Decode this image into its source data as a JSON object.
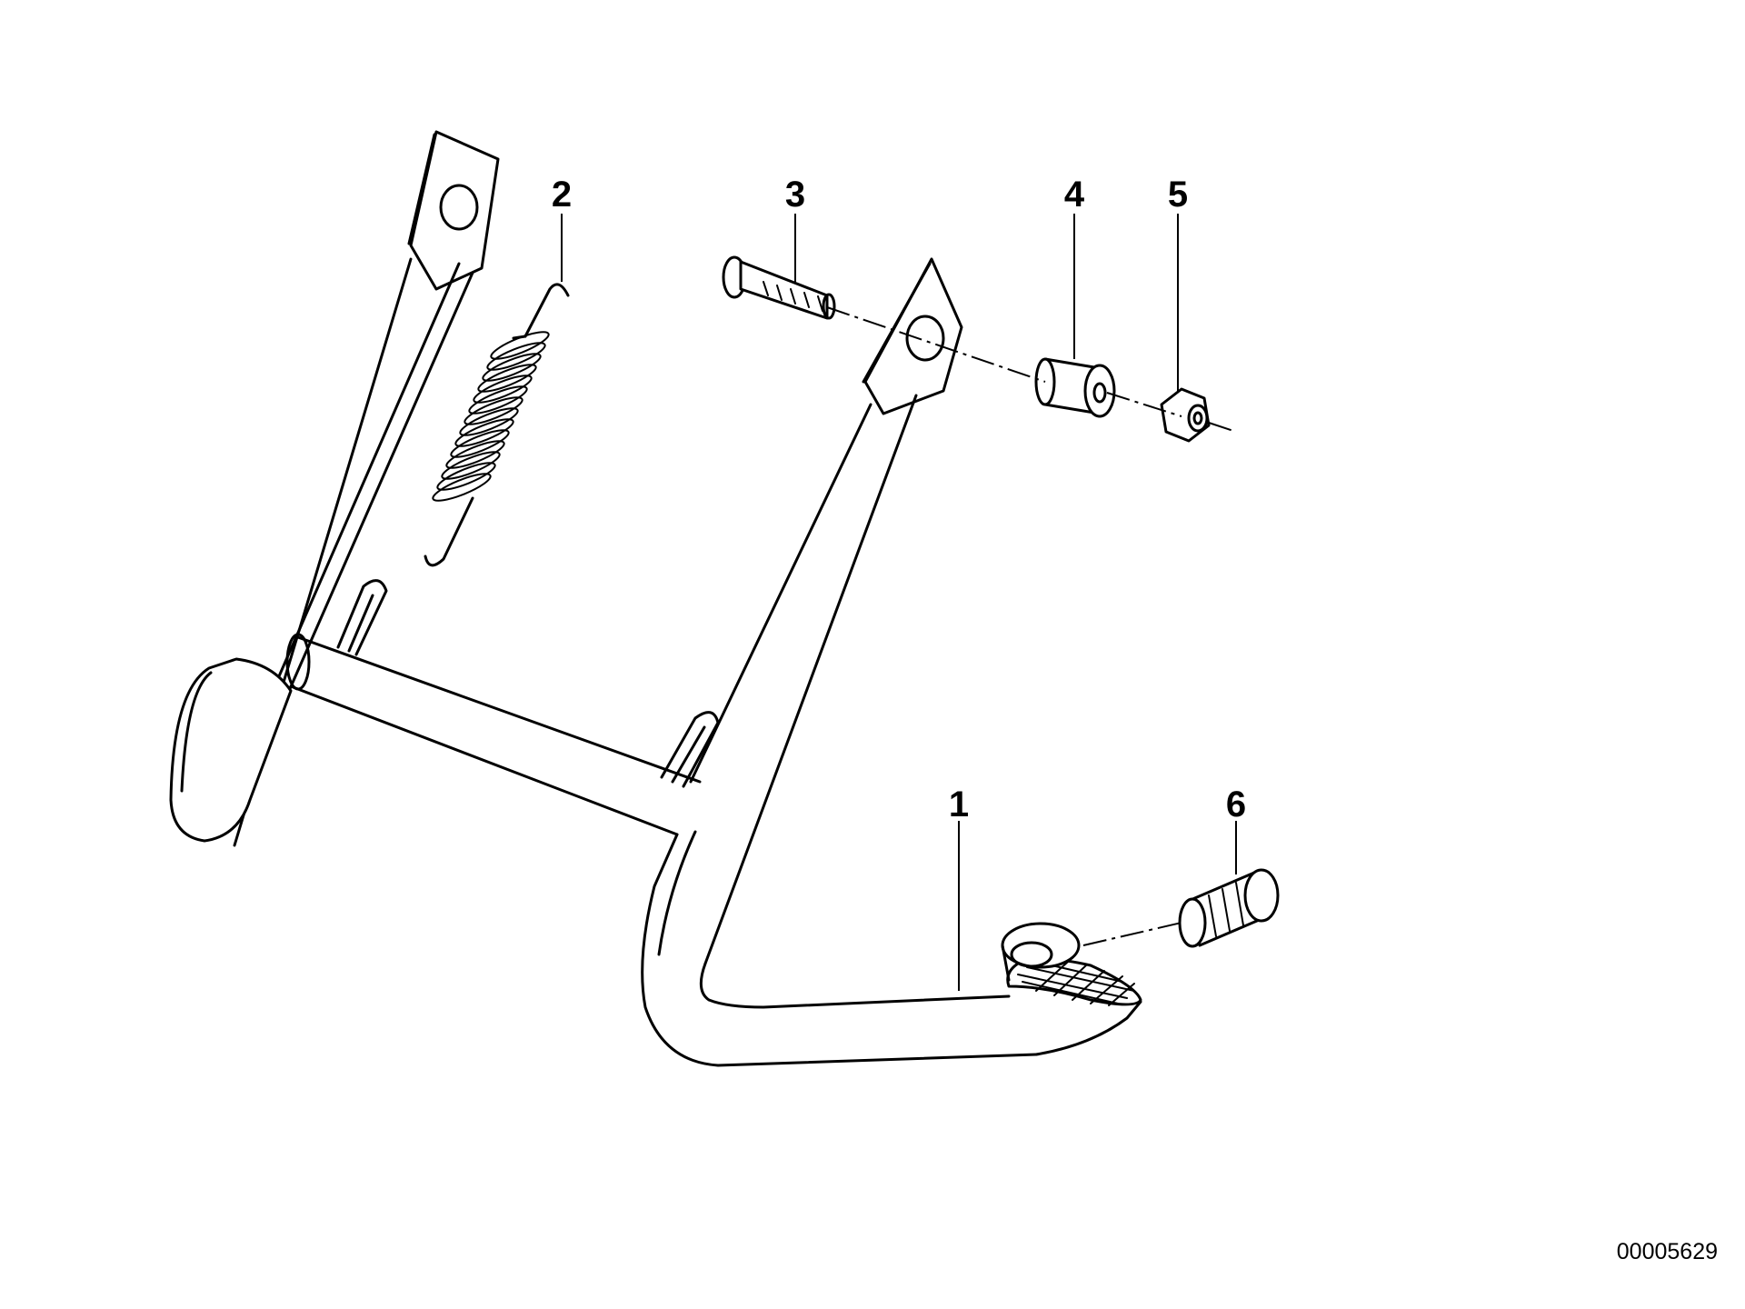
{
  "diagram": {
    "callouts": [
      {
        "number": "1",
        "part": "center-stand"
      },
      {
        "number": "2",
        "part": "tension-spring"
      },
      {
        "number": "3",
        "part": "pivot-bolt"
      },
      {
        "number": "4",
        "part": "bushing"
      },
      {
        "number": "5",
        "part": "hex-nut"
      },
      {
        "number": "6",
        "part": "rubber-buffer"
      }
    ],
    "diagram_id": "00005629"
  }
}
